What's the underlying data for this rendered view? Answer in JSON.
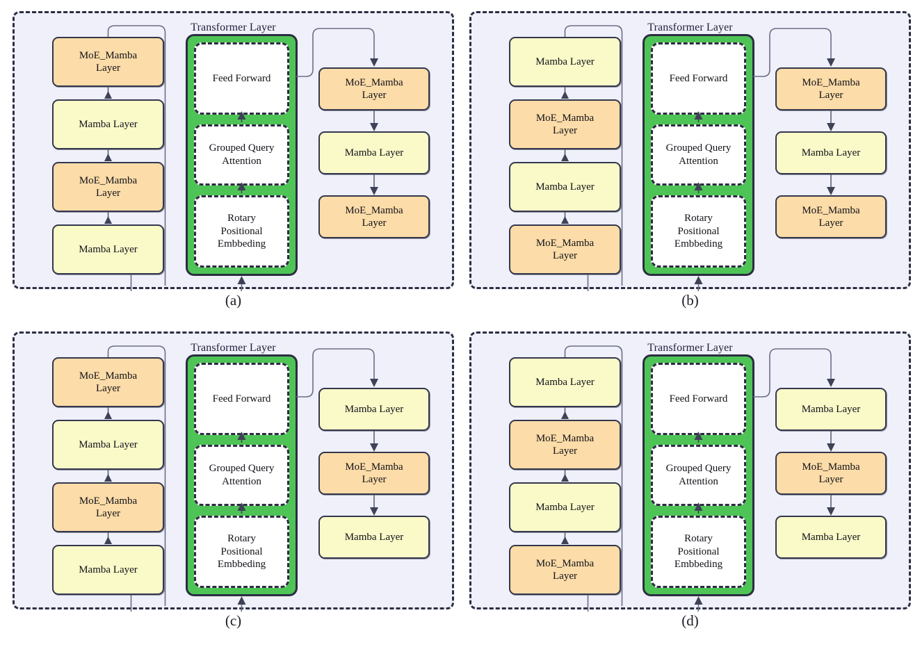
{
  "figure": {
    "title_internal": "Transformer Layer",
    "colors": {
      "panel_background": "#eff0fa",
      "panel_border": "#2b2d42",
      "moe_box": "#fcdca8",
      "mamba_box": "#fafac9",
      "green_block": "#4fc456",
      "inner_box": "#ffffff",
      "connector": "#6b6f86",
      "text": "#111118"
    },
    "labels": {
      "transformer_layer": "Transformer Layer",
      "feed_forward": "Feed Forward",
      "grouped_query_attention": "Grouped Query\nAttention",
      "rotary_positional_embedding": "Rotary\nPositional\nEmbbeding",
      "moe_mamba_layer": "MoE_Mamba\nLayer",
      "mamba_layer": "Mamba Layer"
    }
  },
  "panels": [
    {
      "id": "a",
      "caption": "(a)",
      "transformer_title": "Transformer Layer",
      "left_column": [
        {
          "label": "MoE_Mamba\nLayer",
          "type": "moe"
        },
        {
          "label": "Mamba Layer",
          "type": "mamba"
        },
        {
          "label": "MoE_Mamba\nLayer",
          "type": "moe"
        },
        {
          "label": "Mamba Layer",
          "type": "mamba"
        }
      ],
      "center_column": [
        {
          "label": "Feed Forward",
          "type": "inner"
        },
        {
          "label": "Grouped Query\nAttention",
          "type": "inner"
        },
        {
          "label": "Rotary\nPositional\nEmbbeding",
          "type": "inner"
        }
      ],
      "right_column": [
        {
          "label": "MoE_Mamba\nLayer",
          "type": "moe"
        },
        {
          "label": "Mamba Layer",
          "type": "mamba"
        },
        {
          "label": "MoE_Mamba\nLayer",
          "type": "moe"
        }
      ]
    },
    {
      "id": "b",
      "caption": "(b)",
      "transformer_title": "Transformer Layer",
      "left_column": [
        {
          "label": "Mamba Layer",
          "type": "mamba"
        },
        {
          "label": "MoE_Mamba\nLayer",
          "type": "moe"
        },
        {
          "label": "Mamba Layer",
          "type": "mamba"
        },
        {
          "label": "MoE_Mamba\nLayer",
          "type": "moe"
        }
      ],
      "center_column": [
        {
          "label": "Feed Forward",
          "type": "inner"
        },
        {
          "label": "Grouped Query\nAttention",
          "type": "inner"
        },
        {
          "label": "Rotary\nPositional\nEmbbeding",
          "type": "inner"
        }
      ],
      "right_column": [
        {
          "label": "MoE_Mamba\nLayer",
          "type": "moe"
        },
        {
          "label": "Mamba Layer",
          "type": "mamba"
        },
        {
          "label": "MoE_Mamba\nLayer",
          "type": "moe"
        }
      ]
    },
    {
      "id": "c",
      "caption": "(c)",
      "transformer_title": "Transformer Layer",
      "left_column": [
        {
          "label": "MoE_Mamba\nLayer",
          "type": "moe"
        },
        {
          "label": "Mamba Layer",
          "type": "mamba"
        },
        {
          "label": "MoE_Mamba\nLayer",
          "type": "moe"
        },
        {
          "label": "Mamba Layer",
          "type": "mamba"
        }
      ],
      "center_column": [
        {
          "label": "Feed Forward",
          "type": "inner"
        },
        {
          "label": "Grouped Query\nAttention",
          "type": "inner"
        },
        {
          "label": "Rotary\nPositional\nEmbbeding",
          "type": "inner"
        }
      ],
      "right_column": [
        {
          "label": "Mamba Layer",
          "type": "mamba"
        },
        {
          "label": "MoE_Mamba\nLayer",
          "type": "moe"
        },
        {
          "label": "Mamba Layer",
          "type": "mamba"
        }
      ]
    },
    {
      "id": "d",
      "caption": "(d)",
      "transformer_title": "Transformer Layer",
      "left_column": [
        {
          "label": "Mamba Layer",
          "type": "mamba"
        },
        {
          "label": "MoE_Mamba\nLayer",
          "type": "moe"
        },
        {
          "label": "Mamba Layer",
          "type": "mamba"
        },
        {
          "label": "MoE_Mamba\nLayer",
          "type": "moe"
        }
      ],
      "center_column": [
        {
          "label": "Feed Forward",
          "type": "inner"
        },
        {
          "label": "Grouped Query\nAttention",
          "type": "inner"
        },
        {
          "label": "Rotary\nPositional\nEmbbeding",
          "type": "inner"
        }
      ],
      "right_column": [
        {
          "label": "Mamba Layer",
          "type": "mamba"
        },
        {
          "label": "MoE_Mamba\nLayer",
          "type": "moe"
        },
        {
          "label": "Mamba Layer",
          "type": "mamba"
        }
      ]
    }
  ]
}
